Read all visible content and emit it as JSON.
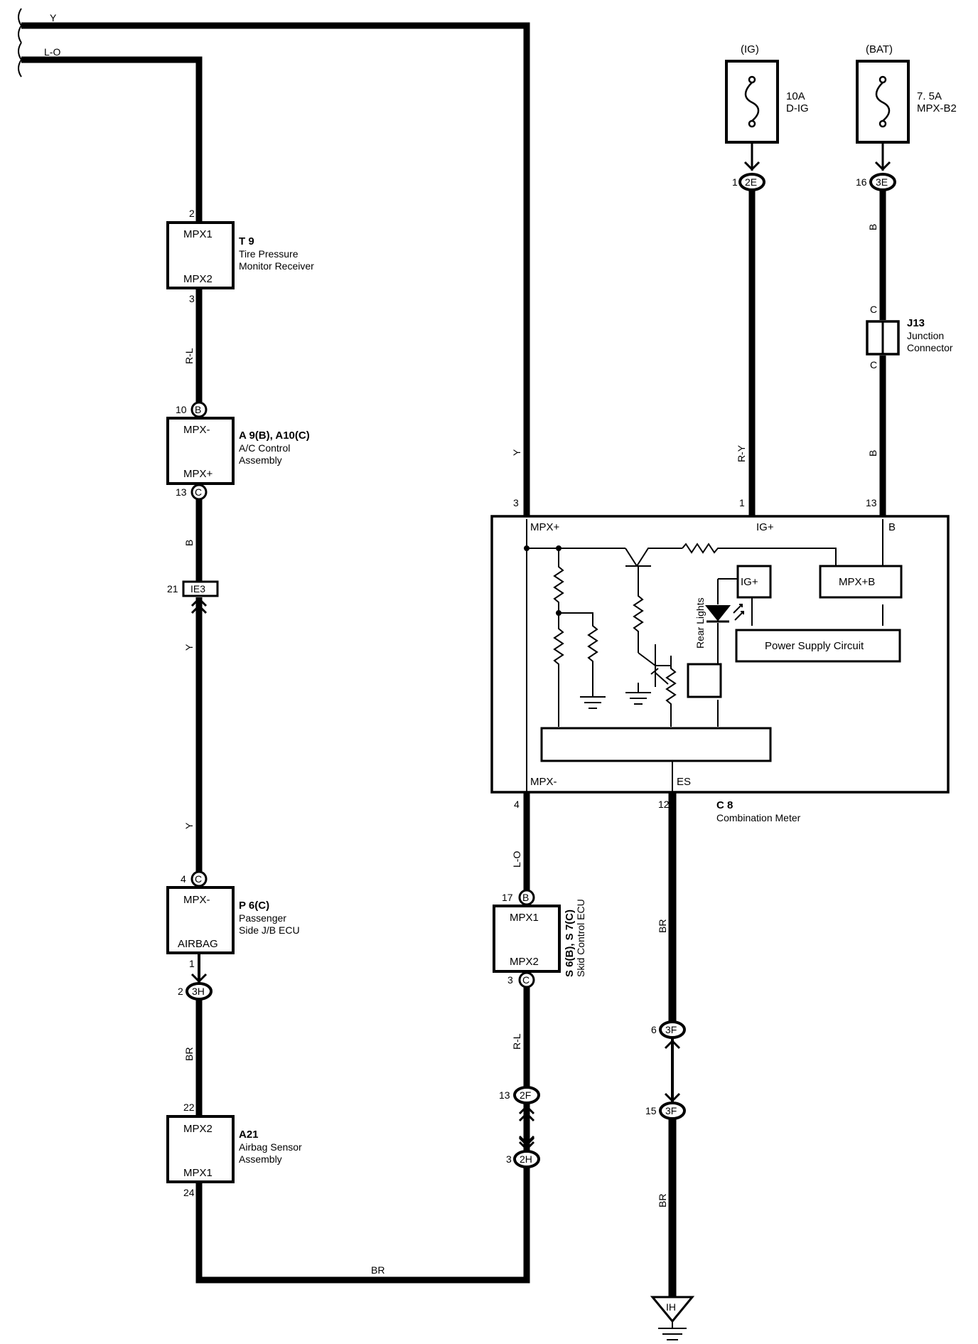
{
  "wires": {
    "top_y": "Y",
    "top_lo": "L-O",
    "t9_a9": "R-L",
    "a10_ie3": "B",
    "ie3_p6_a": "Y",
    "ie3_p6_b": "Y",
    "p6_a21": "BR",
    "bottom": "BR",
    "main_y": "Y",
    "ig_meter": "R-Y",
    "bat_j13": "B",
    "j13_meter": "B",
    "meter_s6": "L-O",
    "s7_2f": "R-L",
    "meter_ground_a": "BR",
    "meter_ground_b": "BR"
  },
  "fuses": {
    "ig": {
      "source": "(IG)",
      "rating": "10A",
      "name": "D-IG"
    },
    "bat": {
      "source": "(BAT)",
      "rating": "7. 5A",
      "name": "MPX-B2"
    }
  },
  "components": {
    "t9": {
      "code": "T 9",
      "line1": "Tire Pressure",
      "line2": "Monitor Receiver",
      "top": "MPX1",
      "bottom": "MPX2",
      "pin_top": "2",
      "pin_bottom": "3"
    },
    "a9": {
      "code": "A 9(B), A10(C)",
      "line1": "A/C Control",
      "line2": "Assembly",
      "top": "MPX-",
      "bottom": "MPX+",
      "pin_top": "10",
      "conn_top": "B",
      "pin_bottom": "13",
      "conn_bottom": "C"
    },
    "p6": {
      "code": "P 6(C)",
      "line1": "Passenger",
      "line2": "Side J/B ECU",
      "top": "MPX-",
      "bottom": "AIRBAG",
      "pin_top": "4",
      "conn_top": "C",
      "pin_bottom": "1"
    },
    "a21": {
      "code": "A21",
      "line1": "Airbag Sensor",
      "line2": "Assembly",
      "top": "MPX2",
      "bottom": "MPX1",
      "pin_top": "22",
      "pin_bottom": "24"
    },
    "s6": {
      "code": "S 6(B), S 7(C)",
      "line1": "Skid Control ECU",
      "top": "MPX1",
      "bottom": "MPX2",
      "pin_top": "17",
      "conn_top": "B",
      "pin_bottom": "3",
      "conn_bottom": "C"
    },
    "j13": {
      "code": "J13",
      "line1": "Junction",
      "line2": "Connector",
      "conn_top": "C",
      "conn_bottom": "C"
    },
    "c8": {
      "code": "C 8",
      "line1": "Combination Meter",
      "term_mpx_plus": "MPX+",
      "term_ig": "IG+",
      "term_b": "B",
      "term_mpx_minus": "MPX-",
      "term_es": "ES",
      "pin_mpx_plus": "3",
      "pin_ig": "1",
      "pin_b": "13",
      "pin_mpx_minus": "4",
      "pin_es": "12",
      "block_ig": "IG+",
      "block_mpxb": "MPX+B",
      "power_supply": "Power Supply Circuit",
      "rear_lights": "Rear Lights"
    }
  },
  "connectors": {
    "ie3": {
      "label": "IE3",
      "pin": "21"
    },
    "2e": {
      "label": "2E",
      "pin": "1"
    },
    "3e": {
      "label": "3E",
      "pin": "16"
    },
    "3h": {
      "label": "3H",
      "pin": "2"
    },
    "3f_a": {
      "label": "3F",
      "pin": "6"
    },
    "3f_b": {
      "label": "3F",
      "pin": "15"
    },
    "2f": {
      "label": "2F",
      "pin": "13"
    },
    "2h": {
      "label": "2H",
      "pin": "3"
    },
    "ih": {
      "label": "IH"
    }
  }
}
